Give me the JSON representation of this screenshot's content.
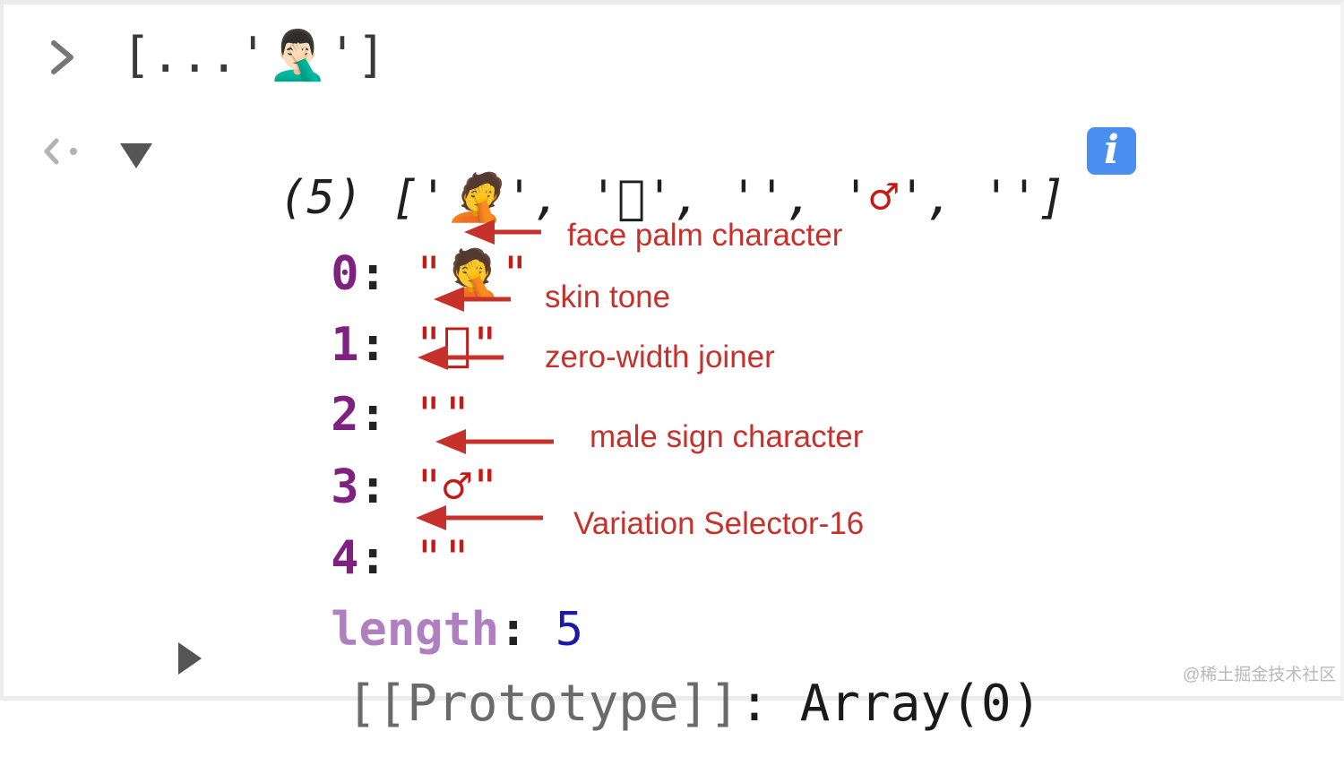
{
  "console": {
    "input": {
      "code": "[...'🤦🏻‍♂️']"
    },
    "output": {
      "count": "(5)",
      "preview_open": " ['",
      "preview_items": [
        "🤦",
        "🏻",
        "‍",
        "♂",
        "️"
      ],
      "info_badge": "i",
      "entries": [
        {
          "key": "0",
          "value": "\"🤦\""
        },
        {
          "key": "1",
          "value": "\"🏻\""
        },
        {
          "key": "2",
          "value": "\"‍\""
        },
        {
          "key": "3",
          "value": "\"♂\""
        },
        {
          "key": "4",
          "value": "\"️\""
        }
      ],
      "length_key": "length",
      "length_value": "5",
      "prototype_key": "[[Prototype]]",
      "prototype_value": "Array(0)"
    }
  },
  "annotations": [
    {
      "text": "face palm character"
    },
    {
      "text": "skin tone"
    },
    {
      "text": "zero-width joiner"
    },
    {
      "text": "male sign character"
    },
    {
      "text": "Variation Selector-16"
    }
  ],
  "watermark": "@稀土掘金技术社区",
  "colors": {
    "string": "#c41a16",
    "key": "#7e2180",
    "length_key": "#b07fbf",
    "number": "#1c1aa6",
    "annotation": "#c7312b",
    "info_badge": "#4a8ef2"
  },
  "icons": {
    "input_prompt": "chevron-right-icon",
    "output_prompt": "return-arrow-icon",
    "expand": "triangle-down-icon",
    "prototype_expand": "triangle-right-icon",
    "info": "info-icon",
    "annotation_pointer": "arrow-left-icon"
  }
}
